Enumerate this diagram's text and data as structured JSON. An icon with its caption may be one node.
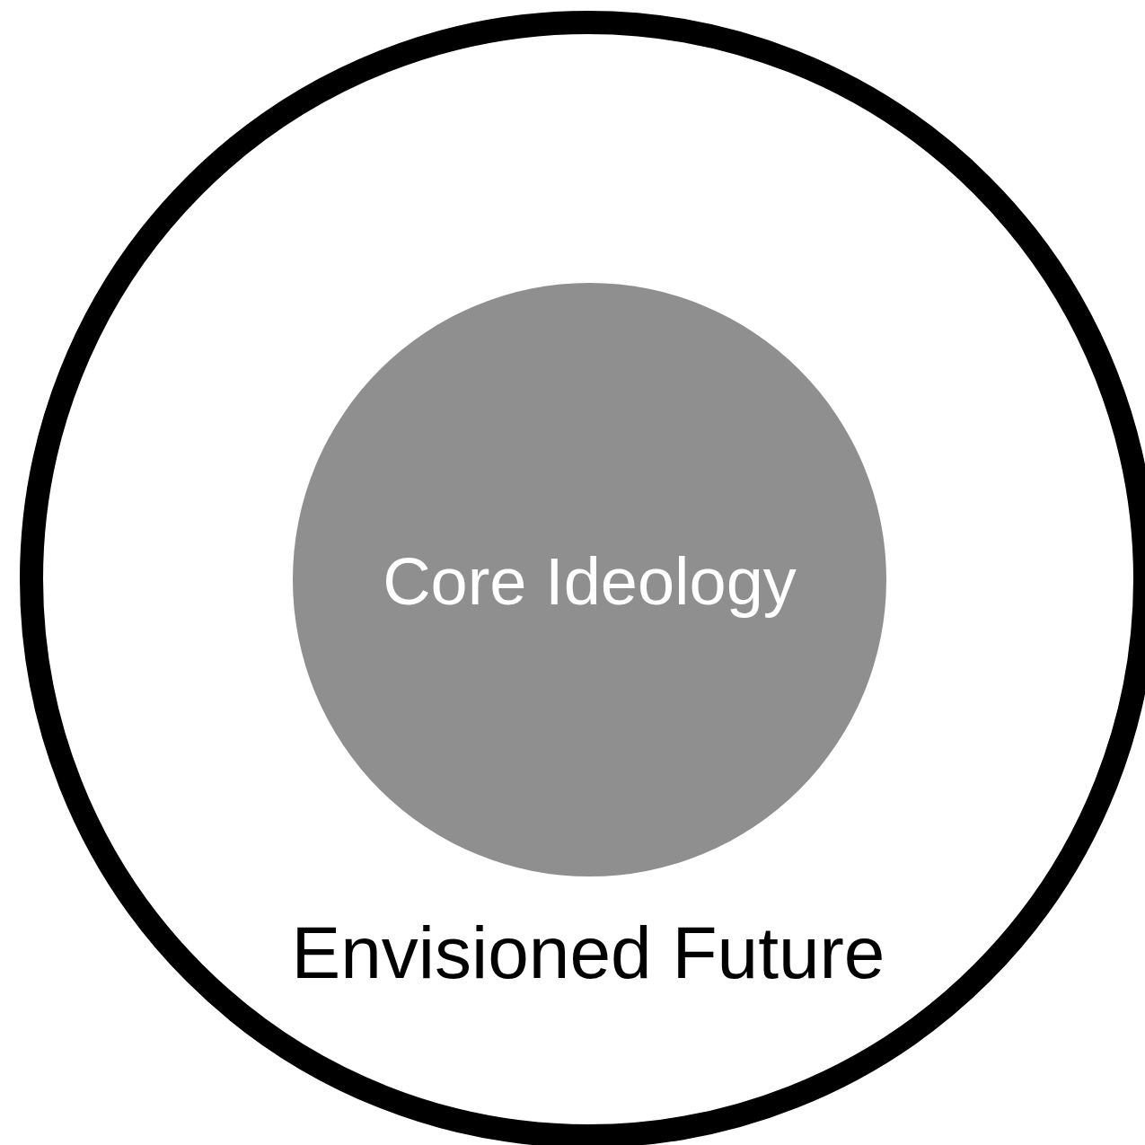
{
  "diagram": {
    "nodes": [
      {
        "text": [
          "Envisioned Future"
        ]
      },
      {
        "text": [
          "Core Ideology"
        ],
        "in": 0
      }
    ]
  }
}
